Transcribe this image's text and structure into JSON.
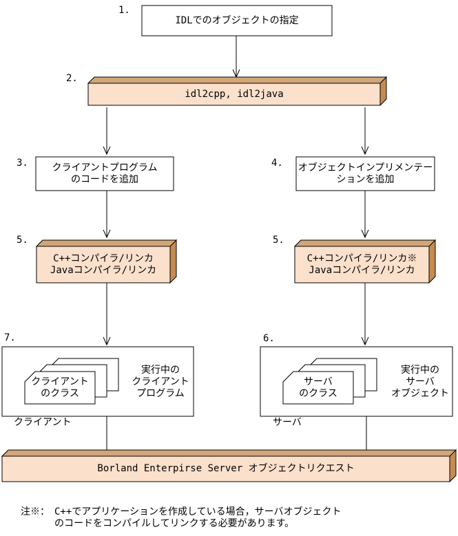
{
  "colors": {
    "face": "#FBE0CC",
    "top": "#D2A679",
    "side": "#C78B51",
    "outline": "#000000",
    "background": "#FFFFFF"
  },
  "steps": {
    "s1": {
      "num": "1.",
      "label": "IDLでのオブジェクトの指定"
    },
    "s2": {
      "num": "2.",
      "label": "idl2cpp, idl2java"
    },
    "s3": {
      "num": "3.",
      "line1": "クライアントプログラム",
      "line2": "のコードを追加"
    },
    "s4": {
      "num": "4.",
      "line1": "オブジェクトインプリメンテー",
      "line2": "ションを追加"
    },
    "s5l": {
      "num": "5.",
      "line1": "C++コンパイラ/リンカ",
      "line2": "Javaコンパイラ/リンカ"
    },
    "s5r": {
      "num": "5.",
      "line1": "C++コンパイラ/リンカ※",
      "line2": "Javaコンパイラ/リンカ"
    },
    "s7": {
      "num": "7.",
      "card_line1": "クライアント",
      "card_line2": "のクラス",
      "desc_line1": "実行中の",
      "desc_line2": "クライアント",
      "desc_line3": "プログラム",
      "caption": "クライアント"
    },
    "s6": {
      "num": "6.",
      "card_line1": "サーバ",
      "card_line2": "のクラス",
      "desc_line1": "実行中の",
      "desc_line2": "サーバ",
      "desc_line3": "オブジェクト",
      "caption": "サーバ"
    }
  },
  "bus": {
    "label": "Borland Enterpirse Server オブジェクトリクエスト"
  },
  "note": {
    "prefix": "注※：",
    "line1": "C++でアプリケーションを作成している場合，サーバオブジェクト",
    "line2": "のコードをコンパイルしてリンクする必要があります。"
  }
}
